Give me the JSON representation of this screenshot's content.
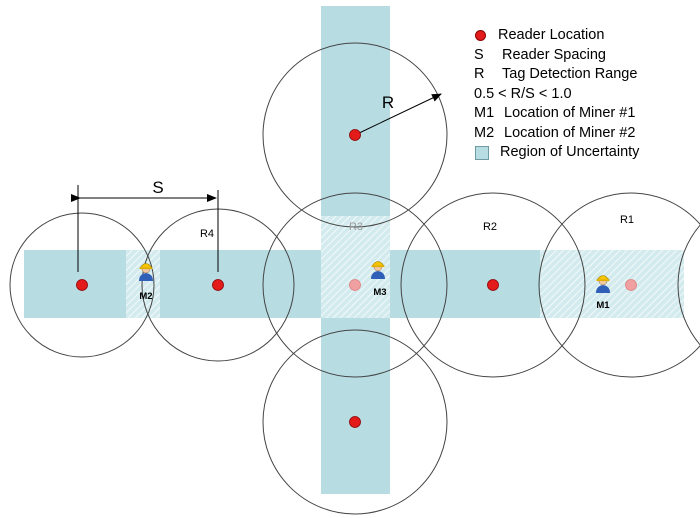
{
  "legend": {
    "reader_location": {
      "key": "",
      "text": "Reader Location"
    },
    "reader_spacing": {
      "key": "S",
      "text": "Reader Spacing"
    },
    "tag_detection_range": {
      "key": "R",
      "text": "Tag Detection Range"
    },
    "ratio": {
      "key": "",
      "text": "0.5 < R/S < 1.0"
    },
    "miner1": {
      "key": "M1",
      "text": "Location of Miner #1"
    },
    "miner2": {
      "key": "M2",
      "text": "Location of Miner #2"
    },
    "uncertainty": {
      "key": "",
      "text": "Region of Uncertainty"
    }
  },
  "labels": {
    "spacing": "S",
    "radius": "R",
    "r1": "R1",
    "r2": "R2",
    "r3": "R3",
    "r4": "R4",
    "m1": "M1",
    "m2": "M2",
    "m3": "M3"
  },
  "colors": {
    "reader": "#e31b1b",
    "reader_faded": "#f0a0a0",
    "uncertainty": "#b7dde3",
    "circle_stroke": "#444444"
  },
  "icons": {
    "reader": "red-dot",
    "miner": "miner-with-hardhat"
  }
}
